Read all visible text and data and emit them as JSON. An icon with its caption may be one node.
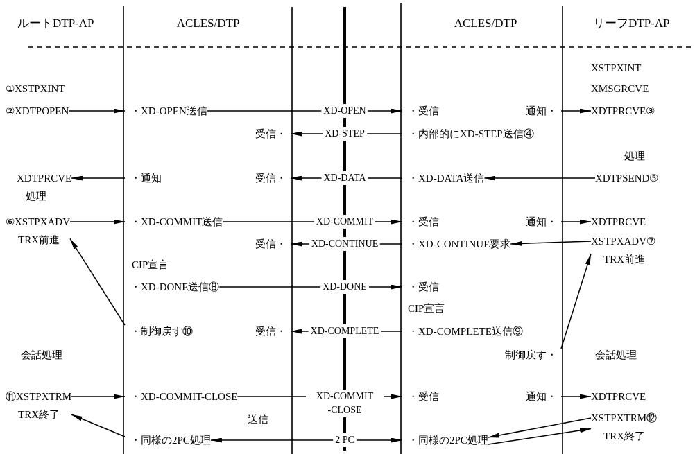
{
  "diagram": {
    "nodes": [
      {
        "text": [
          "②XDTPOPEN"
        ]
      },
      {
        "text": [
          "・XD-OPEN送信"
        ]
      },
      {
        "text": [
          "・受信"
        ]
      },
      {
        "text": [
          "通知・"
        ]
      },
      {
        "text": [
          "XDTPRCVE③"
        ]
      },
      {
        "text": [
          "受信・"
        ]
      },
      {
        "text": [
          "・内部的にXD-STEP送信④"
        ]
      },
      {
        "text": [
          "XDTPRCVE"
        ]
      },
      {
        "text": [
          "・通知"
        ]
      },
      {
        "text": [
          "受信・"
        ]
      },
      {
        "text": [
          "・XD-DATA送信"
        ]
      },
      {
        "text": [
          "XDTPSEND⑤"
        ]
      },
      {
        "text": [
          "⑥XSTPXADV",
          "TRX前進"
        ]
      },
      {
        "text": [
          "・XD-COMMIT送信"
        ]
      },
      {
        "text": [
          "・受信"
        ]
      },
      {
        "text": [
          "通知・"
        ]
      },
      {
        "text": [
          "XDTPRCVE"
        ]
      },
      {
        "text": [
          "受信・"
        ]
      },
      {
        "text": [
          "・XD-CONTINUE要求"
        ]
      },
      {
        "text": [
          "XSTPXADV⑦",
          "TRX前進"
        ]
      },
      {
        "text": [
          "・XD-DONE送信⑧"
        ]
      },
      {
        "text": [
          "・受信"
        ]
      },
      {
        "text": [
          "・制御戻す⑩"
        ]
      },
      {
        "text": [
          "受信・"
        ]
      },
      {
        "text": [
          "・XD-COMPLETE送信⑨"
        ]
      },
      {
        "text": [
          "制御戻す・"
        ]
      },
      {
        "text": [
          "⑪XSTPXTRM",
          "TRX終了"
        ]
      },
      {
        "text": [
          "・XD-COMMIT-CLOSE"
        ]
      },
      {
        "text": [
          "・受信"
        ]
      },
      {
        "text": [
          "通知・"
        ]
      },
      {
        "text": [
          "XDTPRCVE"
        ]
      },
      {
        "text": [
          "XSTPXTRM⑫",
          "TRX終了"
        ]
      },
      {
        "text": [
          "・同様の2PC処理"
        ]
      },
      {
        "text": [
          "・同様の2PC処理"
        ]
      }
    ],
    "edges": [
      {
        "from": 0,
        "to": 1,
        "arrow": "to"
      },
      {
        "from": 1,
        "to": 2,
        "arrow": "to",
        "label": "XD-OPEN"
      },
      {
        "from": 3,
        "to": 4,
        "arrow": "to"
      },
      {
        "from": 6,
        "to": 5,
        "arrow": "to",
        "label": "XD-STEP"
      },
      {
        "from": 8,
        "to": 7,
        "arrow": "to"
      },
      {
        "from": 10,
        "to": 9,
        "arrow": "to",
        "label": "XD-DATA"
      },
      {
        "from": 11,
        "to": 10,
        "arrow": "to"
      },
      {
        "from": 12,
        "to": 13,
        "arrow": "to"
      },
      {
        "from": 13,
        "to": 14,
        "arrow": "to",
        "label": "XD-COMMIT"
      },
      {
        "from": 15,
        "to": 16,
        "arrow": "to"
      },
      {
        "from": 18,
        "to": 17,
        "arrow": "to",
        "label": "XD-CONTINUE"
      },
      {
        "from": 19,
        "to": 18,
        "arrow": "to"
      },
      {
        "from": 20,
        "to": 21,
        "arrow": "to",
        "label": "XD-DONE"
      },
      {
        "from": 24,
        "to": 23,
        "arrow": "to",
        "label": "XD-COMPLETE"
      },
      {
        "from": 22,
        "to": 12,
        "arrow": "to"
      },
      {
        "from": 25,
        "to": 19,
        "arrow": "to"
      },
      {
        "from": 26,
        "to": 27,
        "arrow": "to"
      },
      {
        "from": 27,
        "to": 28,
        "arrow": "to",
        "label": "XD-COMMIT -CLOSE"
      },
      {
        "from": 29,
        "to": 30,
        "arrow": "to"
      },
      {
        "from": 32,
        "to": 26,
        "arrow": "to"
      },
      {
        "from": 32,
        "to": 33,
        "arrow": "both",
        "label": "2 PC"
      },
      {
        "from": 31,
        "to": 33,
        "arrow": "to"
      },
      {
        "from": 33,
        "to": 31,
        "arrow": "to"
      }
    ],
    "labels": [
      "ルートDTP-AP",
      "ACLES/DTP",
      "ACLES/DTP",
      "リーフDTP-AP",
      "XSTPXINT",
      "①XSTPXINT",
      "XMSGRCVE",
      "処理",
      "処理",
      "CIP宣言",
      "CIP宣言",
      "会話処理",
      "会話処理",
      "送信"
    ]
  }
}
